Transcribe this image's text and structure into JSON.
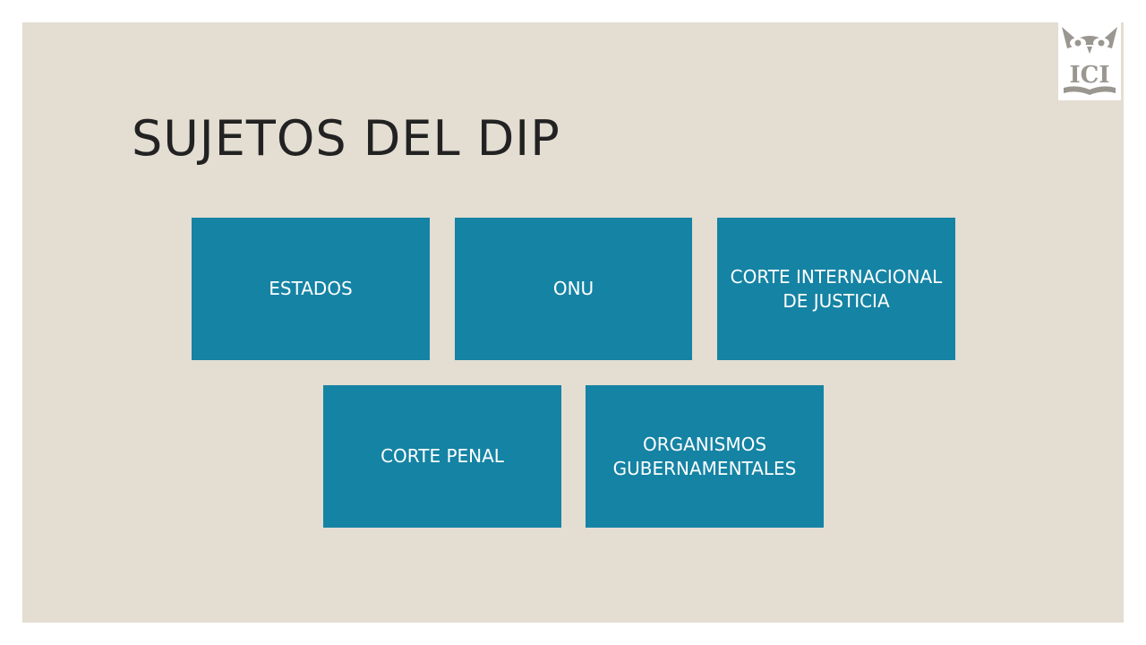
{
  "title": "SUJETOS DEL DIP",
  "boxes": [
    {
      "label": "ESTADOS"
    },
    {
      "label": "ONU"
    },
    {
      "label": "CORTE INTERNACIONAL DE JUSTICIA"
    },
    {
      "label": "CORTE PENAL"
    },
    {
      "label": "ORGANISMOS GUBERNAMENTALES"
    }
  ],
  "logo": {
    "text": "ICI",
    "icon": "owl-book-logo-icon"
  },
  "colors": {
    "background": "#e3ddd2",
    "box": "#1583a4",
    "title": "#222222",
    "logo": "#9a9690"
  }
}
